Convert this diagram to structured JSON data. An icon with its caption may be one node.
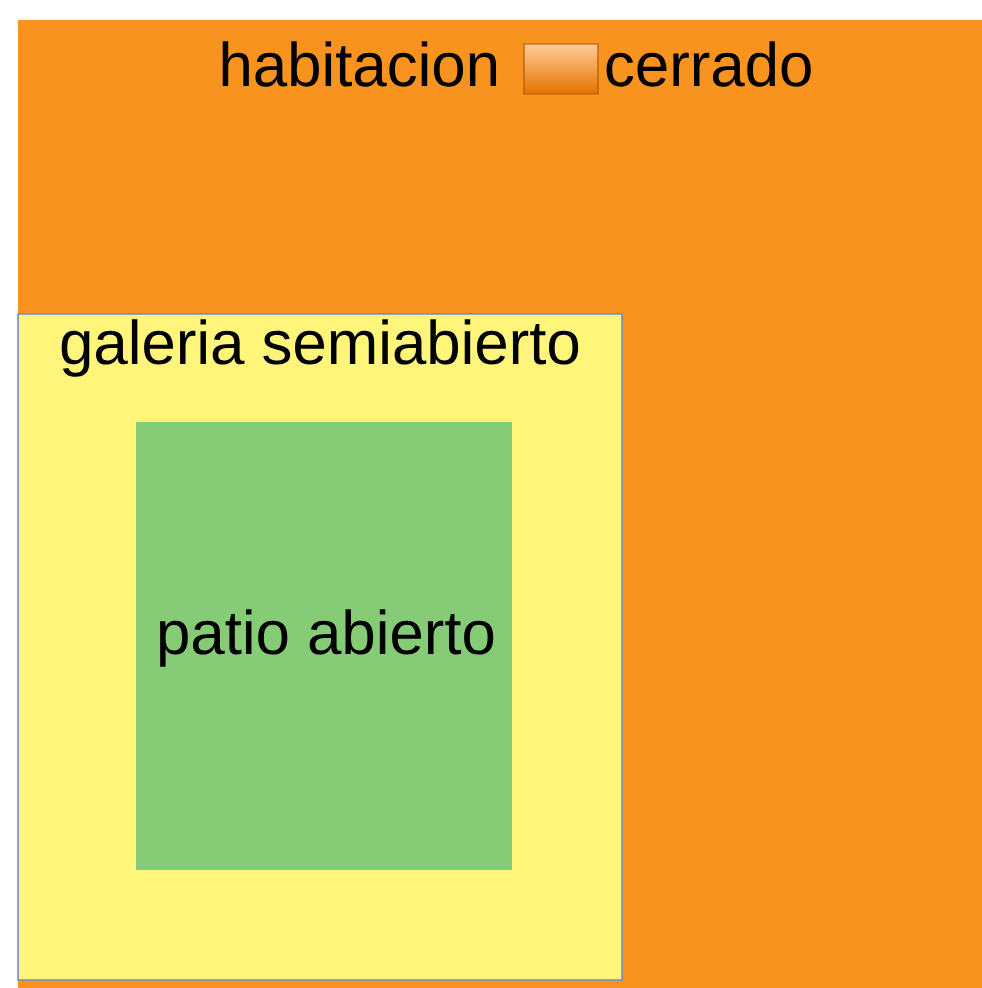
{
  "diagram": {
    "nodes": [
      {
        "text": [
          "habitacion cerrado"
        ]
      },
      {
        "text": [
          "galeria semiabierto"
        ],
        "in": 0
      },
      {
        "text": [
          "patio abierto"
        ],
        "in": 1
      }
    ]
  }
}
